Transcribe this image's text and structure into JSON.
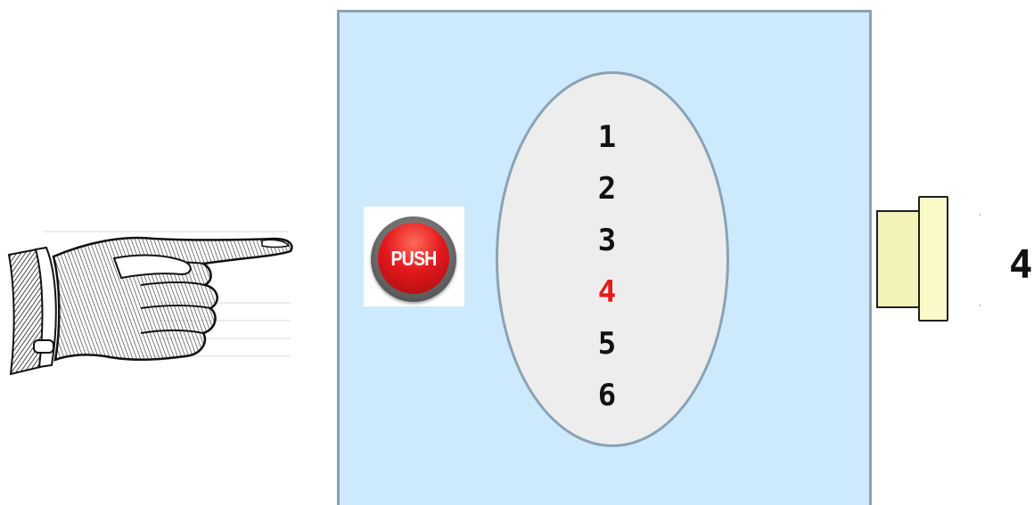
{
  "push_button": {
    "label": "PUSH"
  },
  "numbers": [
    "1",
    "2",
    "3",
    "4",
    "5",
    "6"
  ],
  "selected_index": 3,
  "output": {
    "value": "4"
  },
  "colors": {
    "box_fill": "#cdeafc",
    "box_border": "#8aa2b4",
    "ellipse_fill": "#ededed",
    "selected_number": "#e31b1b",
    "button_red": "#e3191c",
    "plate_fill": "#fafac8"
  },
  "icons": {
    "pointer": "pointing-hand-icon",
    "button": "push-button-icon"
  }
}
